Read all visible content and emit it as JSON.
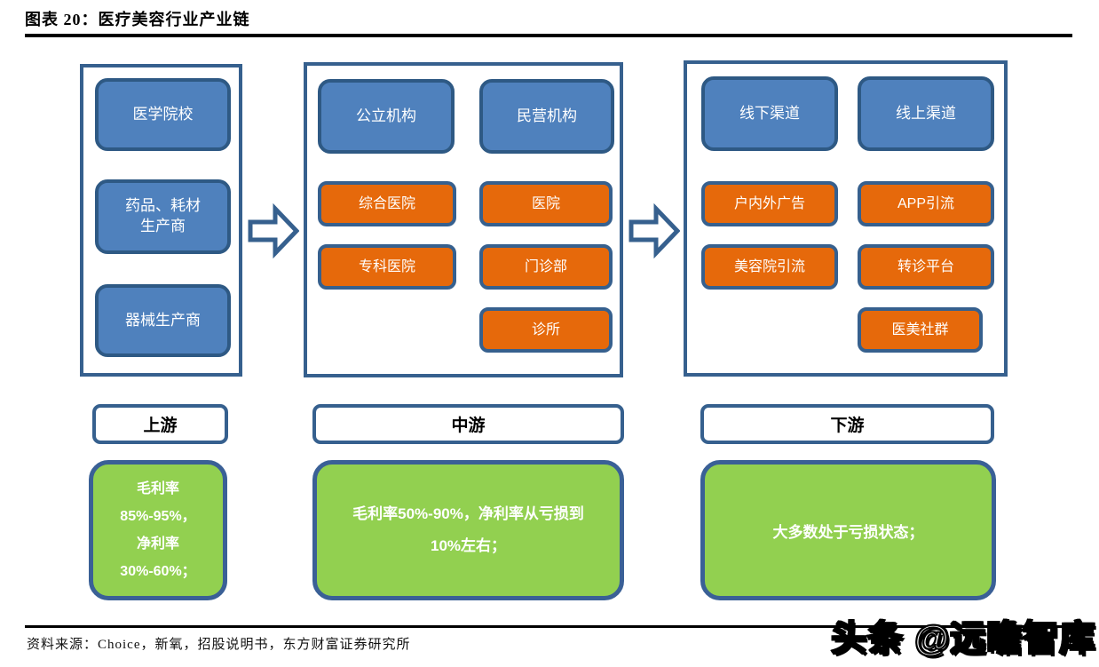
{
  "title": "图表 20：医疗美容行业产业链",
  "source": "资料来源：Choice，新氧，招股说明书，东方财富证券研究所",
  "watermark": "头条 @远瞻智库",
  "upstream": {
    "label": "上游",
    "box1": "医学院校",
    "box2": "药品、耗材\n生产商",
    "box3": "器械生产商",
    "profit": "毛利率\n85%-95%，\n净利率\n30%-60%；"
  },
  "midstream": {
    "label": "中游",
    "public": "公立机构",
    "private": "民营机构",
    "public_sub1": "综合医院",
    "public_sub2": "专科医院",
    "private_sub1": "医院",
    "private_sub2": "门诊部",
    "private_sub3": "诊所",
    "profit": "毛利率50%-90%，净利率从亏损到10%左右；"
  },
  "downstream": {
    "label": "下游",
    "offline": "线下渠道",
    "online": "线上渠道",
    "offline_sub1": "户内外广告",
    "offline_sub2": "美容院引流",
    "online_sub1": "APP引流",
    "online_sub2": "转诊平台",
    "online_sub3": "医美社群",
    "profit": "大多数处于亏损状态；"
  },
  "colors": {
    "blue_fill": "#4F81BD",
    "blue_border": "#2E5984",
    "orange_fill": "#E6690B",
    "green_fill": "#92D050",
    "frame_border": "#36608E",
    "rule_black": "#000000"
  }
}
